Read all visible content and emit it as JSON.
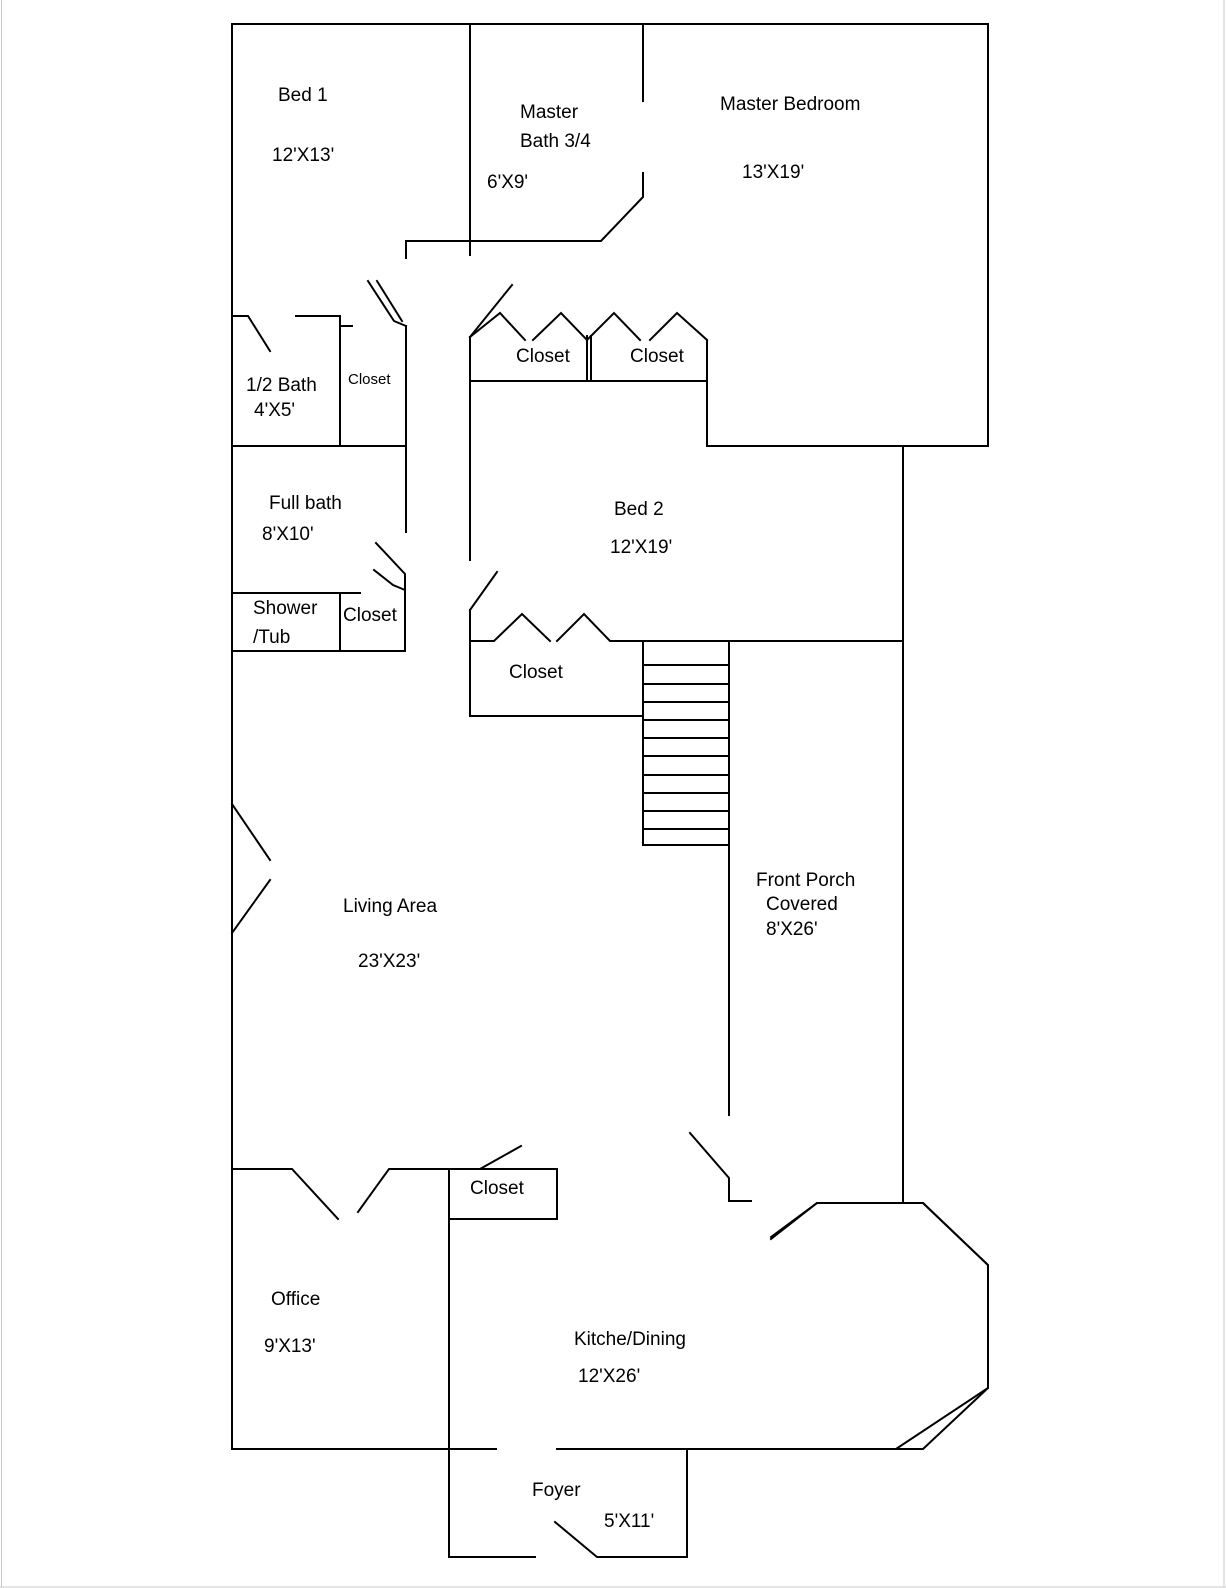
{
  "rooms": {
    "bed1": {
      "name": "Bed 1",
      "size": "12'X13'"
    },
    "master_bath": {
      "name_line1": "Master",
      "name_line2": "Bath 3/4",
      "size": "6'X9'"
    },
    "master_bedroom": {
      "name": "Master Bedroom",
      "size": "13'X19'"
    },
    "half_bath": {
      "name": "1/2 Bath",
      "size": "4'X5'"
    },
    "closet_hall": {
      "name": "Closet"
    },
    "closet_a": {
      "name": "Closet"
    },
    "closet_b": {
      "name": "Closet"
    },
    "full_bath": {
      "name": "Full bath",
      "size": "8'X10'"
    },
    "shower_tub": {
      "name_line1": "Shower",
      "name_line2": "/Tub"
    },
    "closet_fullbath": {
      "name": "Closet"
    },
    "bed2": {
      "name": "Bed 2",
      "size": "12'X19'"
    },
    "closet_bed2": {
      "name": "Closet"
    },
    "living": {
      "name": "Living Area",
      "size": "23'X23'"
    },
    "porch": {
      "name_line1": "Front Porch",
      "name_line2": "Covered",
      "size": "8'X26'"
    },
    "closet_living": {
      "name": "Closet"
    },
    "office": {
      "name": "Office",
      "size": "9'X13'"
    },
    "kitchen": {
      "name": "Kitche/Dining",
      "size": "12'X26'"
    },
    "foyer": {
      "name": "Foyer",
      "size": "5'X11'"
    }
  }
}
